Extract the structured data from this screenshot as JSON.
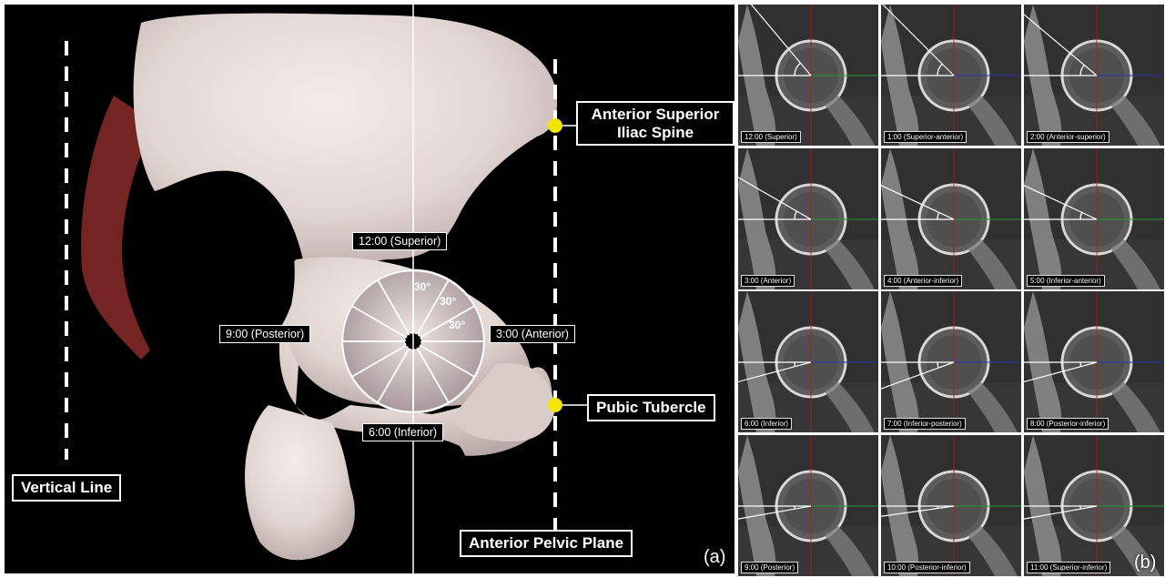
{
  "panel_a": {
    "label": "(a)",
    "callouts": {
      "asis": "Anterior Superior\nIliac Spine",
      "pubic_tubercle": "Pubic Tubercle",
      "vertical_line": "Vertical Line",
      "anterior_pelvic_plane": "Anterior Pelvic Plane"
    },
    "clock": {
      "superior": "12:00 (Superior)",
      "posterior": "9:00 (Posterior)",
      "anterior": "3:00 (Anterior)",
      "inferior": "6:00 (Inferior)"
    },
    "angles": [
      "30°",
      "30°",
      "30°"
    ]
  },
  "panel_b": {
    "label": "(b)",
    "tiles": [
      {
        "label": "12:00 (Superior)",
        "hour": 12
      },
      {
        "label": "1:00 (Superior-anterior)",
        "hour": 1
      },
      {
        "label": "2:00 (Anterior-superior)",
        "hour": 2
      },
      {
        "label": "3:00 (Anterior)",
        "hour": 3
      },
      {
        "label": "4:00 (Anterior-inferior)",
        "hour": 4
      },
      {
        "label": "5:00 (Inferior-anterior)",
        "hour": 5
      },
      {
        "label": "6:00 (Inferior)",
        "hour": 6
      },
      {
        "label": "7:00 (Inferior-posterior)",
        "hour": 7
      },
      {
        "label": "8:00 (Posterior-inferior)",
        "hour": 8
      },
      {
        "label": "9:00 (Posterior)",
        "hour": 9
      },
      {
        "label": "10:00 (Posterior-inferior)",
        "hour": 10
      },
      {
        "label": "11:00 (Superior-inferior)",
        "hour": 11
      }
    ]
  },
  "colors": {
    "bone": "#e8dcd8",
    "marker": "#f2e600",
    "ref_red": "#c0141e",
    "ref_blue": "#2a33b8",
    "ref_green": "#1f9a2e"
  }
}
